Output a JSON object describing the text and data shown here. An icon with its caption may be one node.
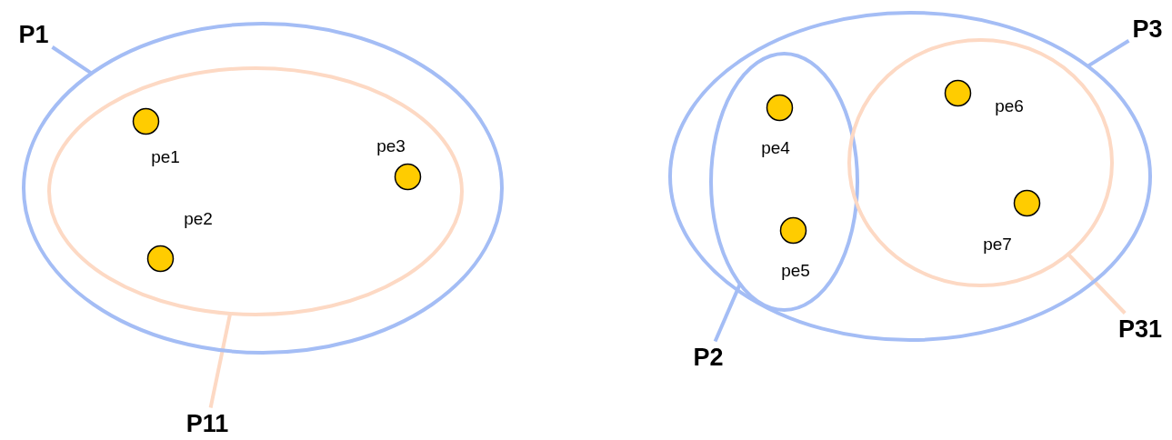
{
  "diagram": {
    "nodes": [
      {
        "text": [
          "P1"
        ]
      },
      {
        "text": [],
        "shape": "ellipse"
      },
      {
        "text": [],
        "shape": "ellipse",
        "in": 1
      },
      {
        "text": [
          "pe1"
        ],
        "in": 2
      },
      {
        "text": [
          "pe2"
        ],
        "in": 2
      },
      {
        "text": [
          "pe3"
        ],
        "in": 2
      },
      {
        "text": [
          "P11"
        ]
      },
      {
        "text": [
          "P3"
        ]
      },
      {
        "text": [],
        "shape": "ellipse"
      },
      {
        "text": [],
        "shape": "ellipse",
        "in": 8
      },
      {
        "text": [],
        "shape": "ellipse",
        "in": 8
      },
      {
        "text": [
          "pe4"
        ],
        "in": 9
      },
      {
        "text": [
          "pe5"
        ],
        "in": 9
      },
      {
        "text": [
          "pe6"
        ],
        "in": 10
      },
      {
        "text": [
          "pe7"
        ],
        "in": 10
      },
      {
        "text": [
          "P2"
        ]
      },
      {
        "text": [
          "P31"
        ]
      }
    ],
    "edges": [
      {
        "from": 0,
        "to": 1,
        "arrow": "none"
      },
      {
        "from": 6,
        "to": 2,
        "arrow": "none",
        "color": "#fdd9c4"
      },
      {
        "from": 7,
        "to": 8,
        "arrow": "none"
      },
      {
        "from": 15,
        "to": 9,
        "arrow": "none"
      },
      {
        "from": 16,
        "to": 10,
        "arrow": "none",
        "color": "#fdd9c4"
      }
    ]
  }
}
